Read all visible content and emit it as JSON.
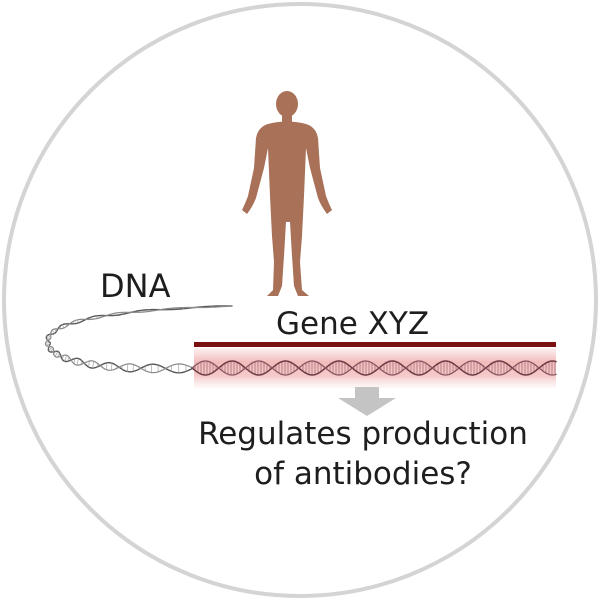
{
  "diagram": {
    "dna_label": "DNA",
    "gene_label": "Gene XYZ",
    "question_line_1": "Regulates production",
    "question_line_2": "of antibodies?"
  },
  "colors": {
    "circle_border": "#d4d4d4",
    "human_figure": "#a87158",
    "gene_bar": "#7a1010",
    "gene_highlight": "#f4c4c4",
    "dna_strand": "#555555",
    "arrow": "#c4c4c4",
    "text": "#1e1e1e"
  },
  "icons": {
    "figure": "human-silhouette-icon",
    "arrow": "down-arrow-icon"
  }
}
